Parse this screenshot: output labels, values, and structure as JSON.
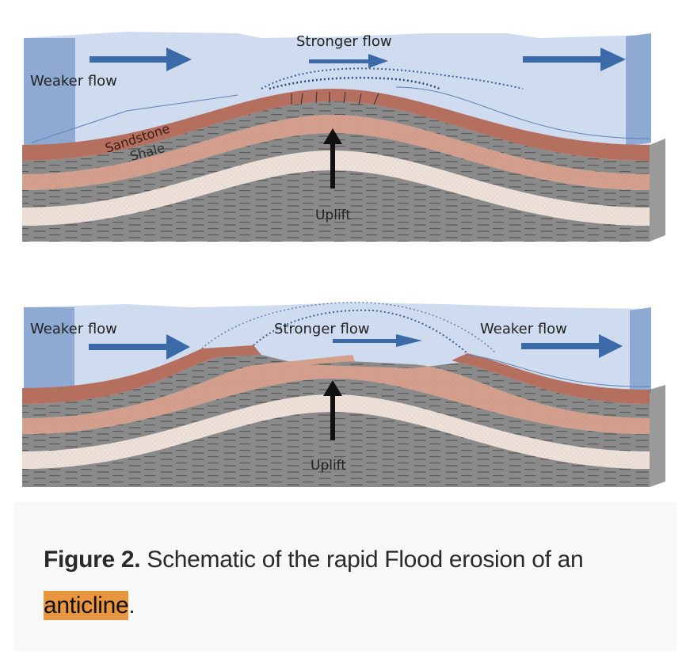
{
  "figure": {
    "top_panel": {
      "labels": {
        "weaker_flow_left": "Weaker flow",
        "stronger_flow": "Stronger flow",
        "sandstone": "Sandstone",
        "shale": "Shale",
        "uplift": "Uplift"
      }
    },
    "bottom_panel": {
      "labels": {
        "weaker_flow_left": "Weaker flow",
        "stronger_flow": "Stronger flow",
        "weaker_flow_right": "Weaker flow",
        "uplift": "Uplift"
      }
    },
    "colors": {
      "water": "#cfdcef",
      "water_side": "#8eaad3",
      "arrow_blue": "#3a6aa8",
      "sandstone_red": "#b56f5f",
      "sandstone_light": "#d49f8c",
      "shale_gray": "#8a8a8a",
      "pale_layer": "#ece0d8",
      "highlight": "#e8963f"
    }
  },
  "caption": {
    "label": "Figure 2.",
    "text_before": " Schematic of the rapid Flood erosion of an ",
    "highlight": "anticline",
    "text_after": "."
  }
}
